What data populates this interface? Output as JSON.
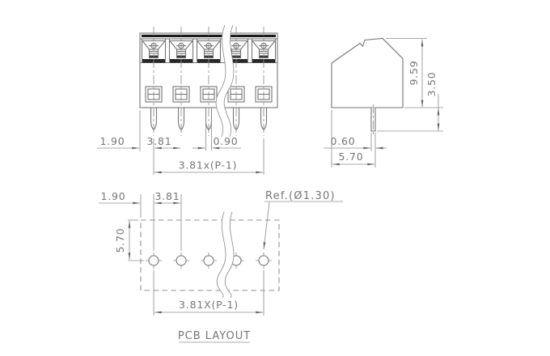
{
  "front": {
    "edge_to_center": "1.90",
    "pitch": "3.81",
    "pin_width": "0.90",
    "span": "3.81x(P-1)"
  },
  "side": {
    "height": "9.59",
    "pin_length": "3.50",
    "pin_thickness": "0.60",
    "depth": "5.70"
  },
  "pcb": {
    "edge_to_hole": "1.90",
    "hole_pitch": "3.81",
    "edge_to_row": "5.70",
    "hole_span": "3.81X(P-1)",
    "hole_ref": "Ref.(Ø1.30)",
    "caption": "PCB LAYOUT"
  },
  "colors": {
    "line": "#757575",
    "dimension": "#8f8f8f",
    "text": "#767676",
    "dark_fill": "#1a1a1a",
    "background": "#ffffff"
  }
}
